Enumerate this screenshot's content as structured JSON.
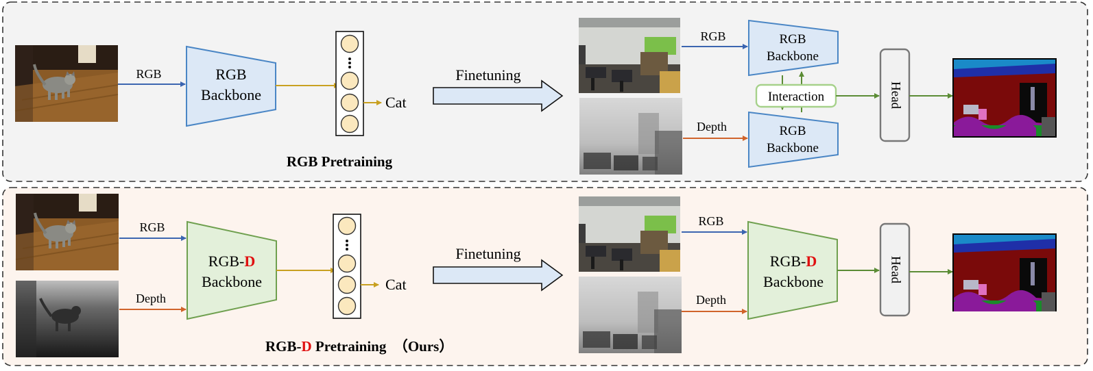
{
  "colors": {
    "top_panel_bg": "#f3f3f3",
    "bottom_panel_bg": "#fdf4ee",
    "rgb_arrow": "#3b65b0",
    "depth_arrow": "#d0632a",
    "feature_arrow": "#c8a020",
    "head_arrow": "#5b8c35",
    "rgb_backbone_fill": "#dce8f6",
    "rgb_backbone_stroke": "#4a86c5",
    "rgbd_backbone_fill": "#e3f0da",
    "rgbd_backbone_stroke": "#6fa04f",
    "neuron_fill": "#fbe8be",
    "highlight_red": "#e01010"
  },
  "top": {
    "rgb_label": "RGB",
    "backbone": {
      "line1": "RGB",
      "line2": "Backbone"
    },
    "cat_label": "Cat",
    "pretraining_title": "RGB Pretraining",
    "finetuning_label": "Finetuning",
    "finetune": {
      "rgb_label": "RGB",
      "depth_label": "Depth",
      "rgb_backbone": {
        "line1": "RGB",
        "line2": "Backbone"
      },
      "depth_backbone": {
        "line1": "RGB",
        "line2": "Backbone"
      },
      "interaction_label": "Interaction",
      "head_label": "Head"
    }
  },
  "bottom": {
    "rgb_label": "RGB",
    "depth_label": "Depth",
    "backbone": {
      "line1_a": "RGB-",
      "line1_b": "D",
      "line2": "Backbone"
    },
    "cat_label": "Cat",
    "pretraining_title": {
      "part1": "RGB-",
      "part2": "D",
      "part3": " Pretraining  （Ours）"
    },
    "finetuning_label": "Finetuning",
    "finetune": {
      "rgb_label": "RGB",
      "depth_label": "Depth",
      "backbone": {
        "line1_a": "RGB-",
        "line1_b": "D",
        "line2": "Backbone"
      },
      "head_label": "Head"
    }
  },
  "icons": {
    "cat_photo": "cat-photo",
    "cat_depth": "cat-depth-map",
    "room_photo": "indoor-room-photo",
    "room_depth": "indoor-room-depth-map",
    "segmentation": "segmentation-map"
  }
}
